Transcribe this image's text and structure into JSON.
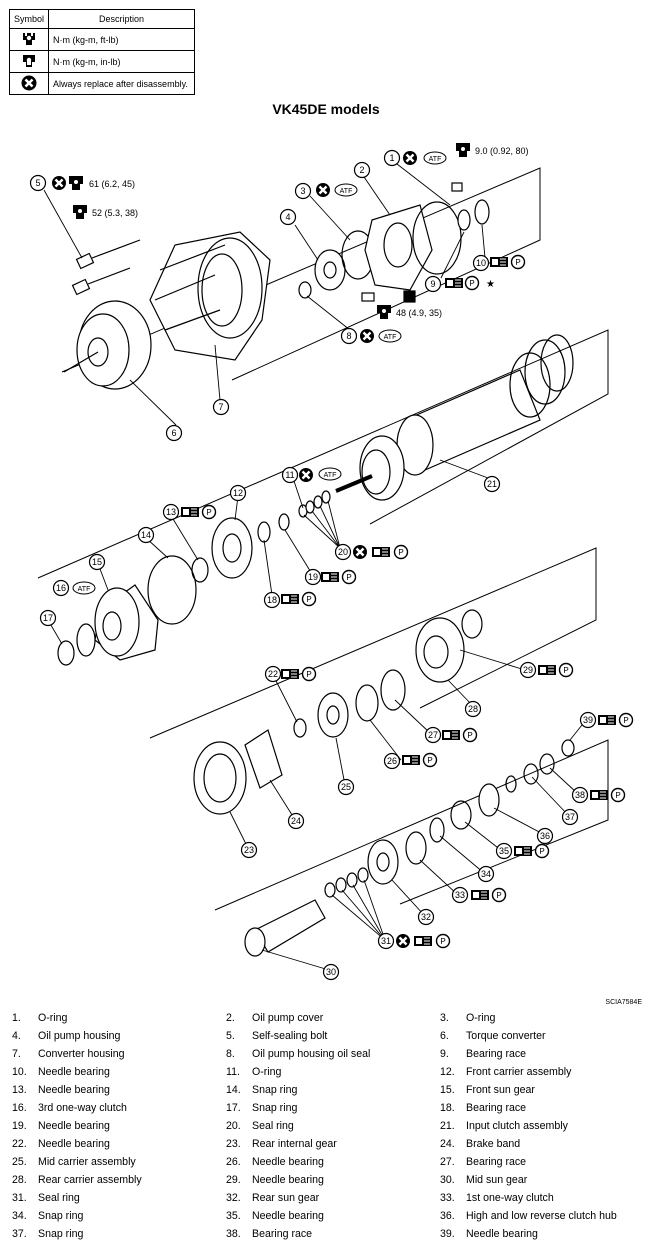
{
  "legend": {
    "header_symbol": "Symbol",
    "header_description": "Description",
    "rows": [
      {
        "icon": "torque-wrench-icon",
        "text": "N·m (kg-m, ft-lb)"
      },
      {
        "icon": "torque-wrench-icon",
        "text": "N·m (kg-m, in-lb)"
      },
      {
        "icon": "replace-x-icon",
        "text": "Always replace after disassembly."
      }
    ]
  },
  "title": "VK45DE models",
  "callouts": {
    "torque_1": "9.0 (0.92, 80)",
    "torque_5": "61 (6.2, 45)",
    "torque_5b": "52 (5.3, 38)",
    "torque_bolt": "48 (4.9, 35)",
    "atf": "ATF",
    "p": "P",
    "star": "★"
  },
  "figure_id": "SCIA7584E",
  "parts": [
    {
      "num": "1.",
      "name": "O-ring"
    },
    {
      "num": "2.",
      "name": "Oil pump cover"
    },
    {
      "num": "3.",
      "name": "O-ring"
    },
    {
      "num": "4.",
      "name": "Oil pump housing"
    },
    {
      "num": "5.",
      "name": "Self-sealing bolt"
    },
    {
      "num": "6.",
      "name": "Torque converter"
    },
    {
      "num": "7.",
      "name": "Converter housing"
    },
    {
      "num": "8.",
      "name": "Oil pump housing oil seal"
    },
    {
      "num": "9.",
      "name": "Bearing race"
    },
    {
      "num": "10.",
      "name": "Needle bearing"
    },
    {
      "num": "11.",
      "name": "O-ring"
    },
    {
      "num": "12.",
      "name": "Front carrier assembly"
    },
    {
      "num": "13.",
      "name": "Needle bearing"
    },
    {
      "num": "14.",
      "name": "Snap ring"
    },
    {
      "num": "15.",
      "name": "Front sun gear"
    },
    {
      "num": "16.",
      "name": "3rd one-way clutch"
    },
    {
      "num": "17.",
      "name": "Snap ring"
    },
    {
      "num": "18.",
      "name": "Bearing race"
    },
    {
      "num": "19.",
      "name": "Needle bearing"
    },
    {
      "num": "20.",
      "name": "Seal ring"
    },
    {
      "num": "21.",
      "name": "Input clutch assembly"
    },
    {
      "num": "22.",
      "name": "Needle bearing"
    },
    {
      "num": "23.",
      "name": "Rear internal gear"
    },
    {
      "num": "24.",
      "name": "Brake band"
    },
    {
      "num": "25.",
      "name": "Mid carrier assembly"
    },
    {
      "num": "26.",
      "name": "Needle bearing"
    },
    {
      "num": "27.",
      "name": "Bearing race"
    },
    {
      "num": "28.",
      "name": "Rear carrier assembly"
    },
    {
      "num": "29.",
      "name": "Needle bearing"
    },
    {
      "num": "30.",
      "name": "Mid sun gear"
    },
    {
      "num": "31.",
      "name": "Seal ring"
    },
    {
      "num": "32.",
      "name": "Rear sun gear"
    },
    {
      "num": "33.",
      "name": "1st one-way clutch"
    },
    {
      "num": "34.",
      "name": "Snap ring"
    },
    {
      "num": "35.",
      "name": "Needle bearing"
    },
    {
      "num": "36.",
      "name": "High and low reverse clutch hub"
    },
    {
      "num": "37.",
      "name": "Snap ring"
    },
    {
      "num": "38.",
      "name": "Bearing race"
    },
    {
      "num": "39.",
      "name": "Needle bearing"
    }
  ],
  "labels": [
    "1",
    "2",
    "3",
    "4",
    "5",
    "6",
    "7",
    "8",
    "9",
    "10",
    "11",
    "12",
    "13",
    "14",
    "15",
    "16",
    "17",
    "18",
    "19",
    "20",
    "21",
    "22",
    "23",
    "24",
    "25",
    "26",
    "27",
    "28",
    "29",
    "30",
    "31",
    "32",
    "33",
    "34",
    "35",
    "36",
    "37",
    "38",
    "39"
  ]
}
